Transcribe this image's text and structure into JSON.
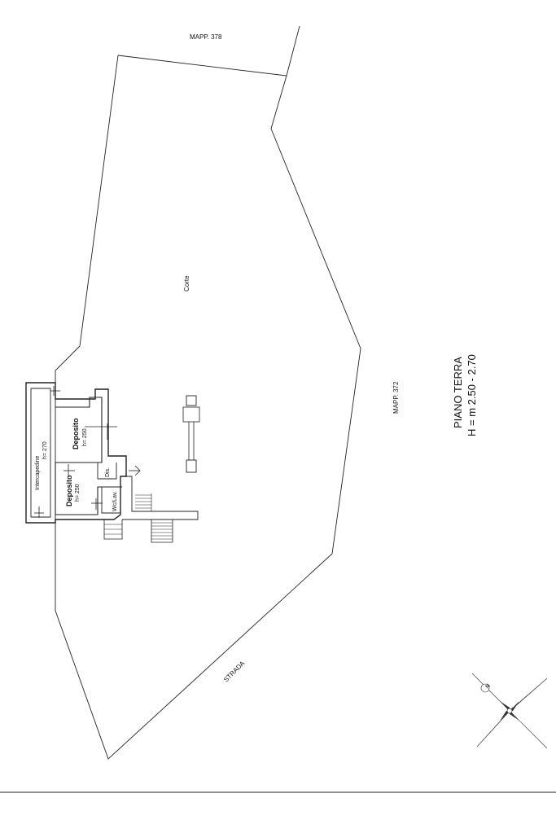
{
  "labels": {
    "mapp_378": "MAPP. 378",
    "corte": "Corte",
    "mapp_372": "MAPP. 372",
    "strada": "STRADA",
    "intercapedine": "Intercapedine",
    "intercapedine_h": "h= 270",
    "deposito_1": "Deposito",
    "deposito_1_h": "h= 250",
    "deposito_2": "Deposito",
    "deposito_2_h": "h= 250",
    "dis": "Dis.",
    "wc": "Wc/Lav."
  },
  "title": {
    "line1": "PIANO TERRA",
    "line2": "H = m 2.50 - 2.70"
  },
  "compass": {
    "label": "N"
  }
}
